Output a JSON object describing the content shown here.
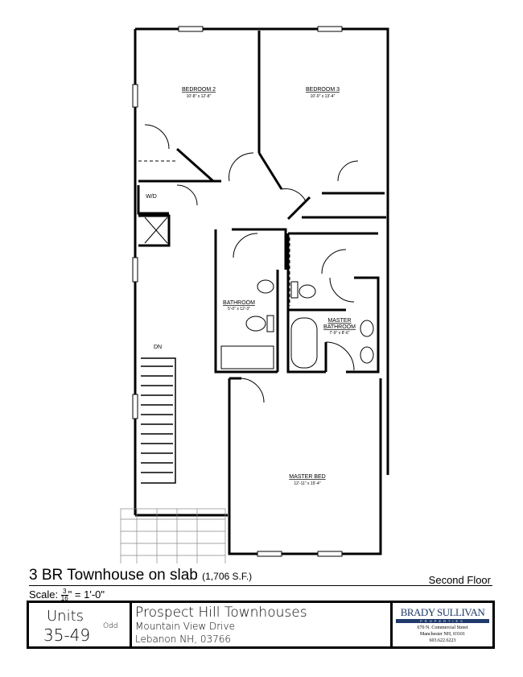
{
  "plan": {
    "rooms": [
      {
        "name": "BEDROOM 2",
        "dims": "10'-8\" x 12'-8\""
      },
      {
        "name": "BEDROOM 3",
        "dims": "10'-0\" x 13'-4\""
      },
      {
        "name": "BATHROOM",
        "dims": "5'-0\" x 12'-3\""
      },
      {
        "name": "MASTER",
        "name2": "BATHROOM",
        "dims": "7'-9\" x 8'-6\""
      },
      {
        "name": "MASTER BED",
        "dims": "12'-11\" x 15'-4\""
      }
    ],
    "wd_label": "W/D",
    "stair_label": "DN"
  },
  "footer": {
    "title": "3 BR Townhouse on slab",
    "area": "(1,706 S.F.)",
    "floor": "Second Floor",
    "scale_prefix": "Scale:",
    "scale_num": "3",
    "scale_den": "16",
    "scale_suffix": "\" = 1'-0\""
  },
  "titleblock": {
    "units_label": "Units",
    "units_range": "35-49",
    "units_parity": "Odd",
    "project": "Prospect Hill Townhouses",
    "street": "Mountain View Drive",
    "city": "Lebanon NH, 03766",
    "logo_text": "BRADY SULLIVAN",
    "logo_sub": "PROPERTIES",
    "company_address": [
      "670 N. Commercial Street",
      "Manchester NH, 03101",
      "603.622.6223"
    ],
    "brand_color": "#1f3a6b"
  }
}
